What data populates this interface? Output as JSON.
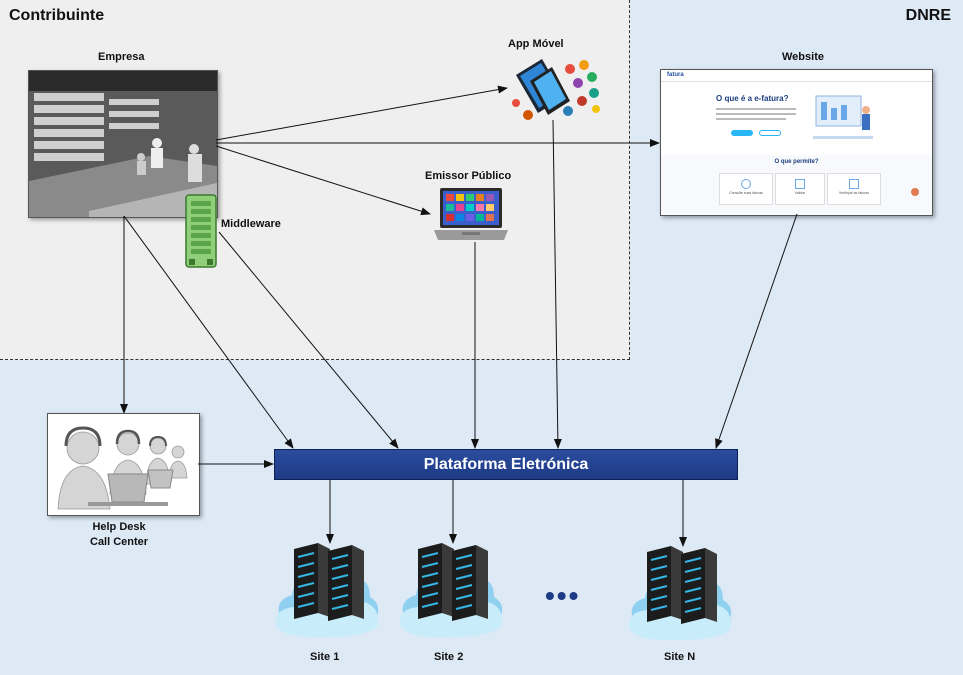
{
  "zones": {
    "contribuinte": "Contribuinte",
    "dnre": "DNRE"
  },
  "nodes": {
    "empresa": "Empresa",
    "app_movel": "App Móvel",
    "website": "Website",
    "emissor_publico": "Emissor Público",
    "middleware": "Middleware",
    "help_desk_line1": "Help Desk",
    "help_desk_line2": "Call Center",
    "plataforma": "Plataforma Eletrónica",
    "site1": "Site 1",
    "site2": "Site 2",
    "siteN": "Site N",
    "ellipsis": "•••"
  },
  "website_preview": {
    "logo": "fatura",
    "headline": "O que é a e-fatura?",
    "section": "O que permite?",
    "cards": [
      "Consulte suas faturas",
      "Validar",
      "Verifique as faturas"
    ]
  },
  "colors": {
    "platform": "#1d3a85",
    "contrib_zone": "#efefef",
    "dnre_zone": "#dde9f5"
  }
}
